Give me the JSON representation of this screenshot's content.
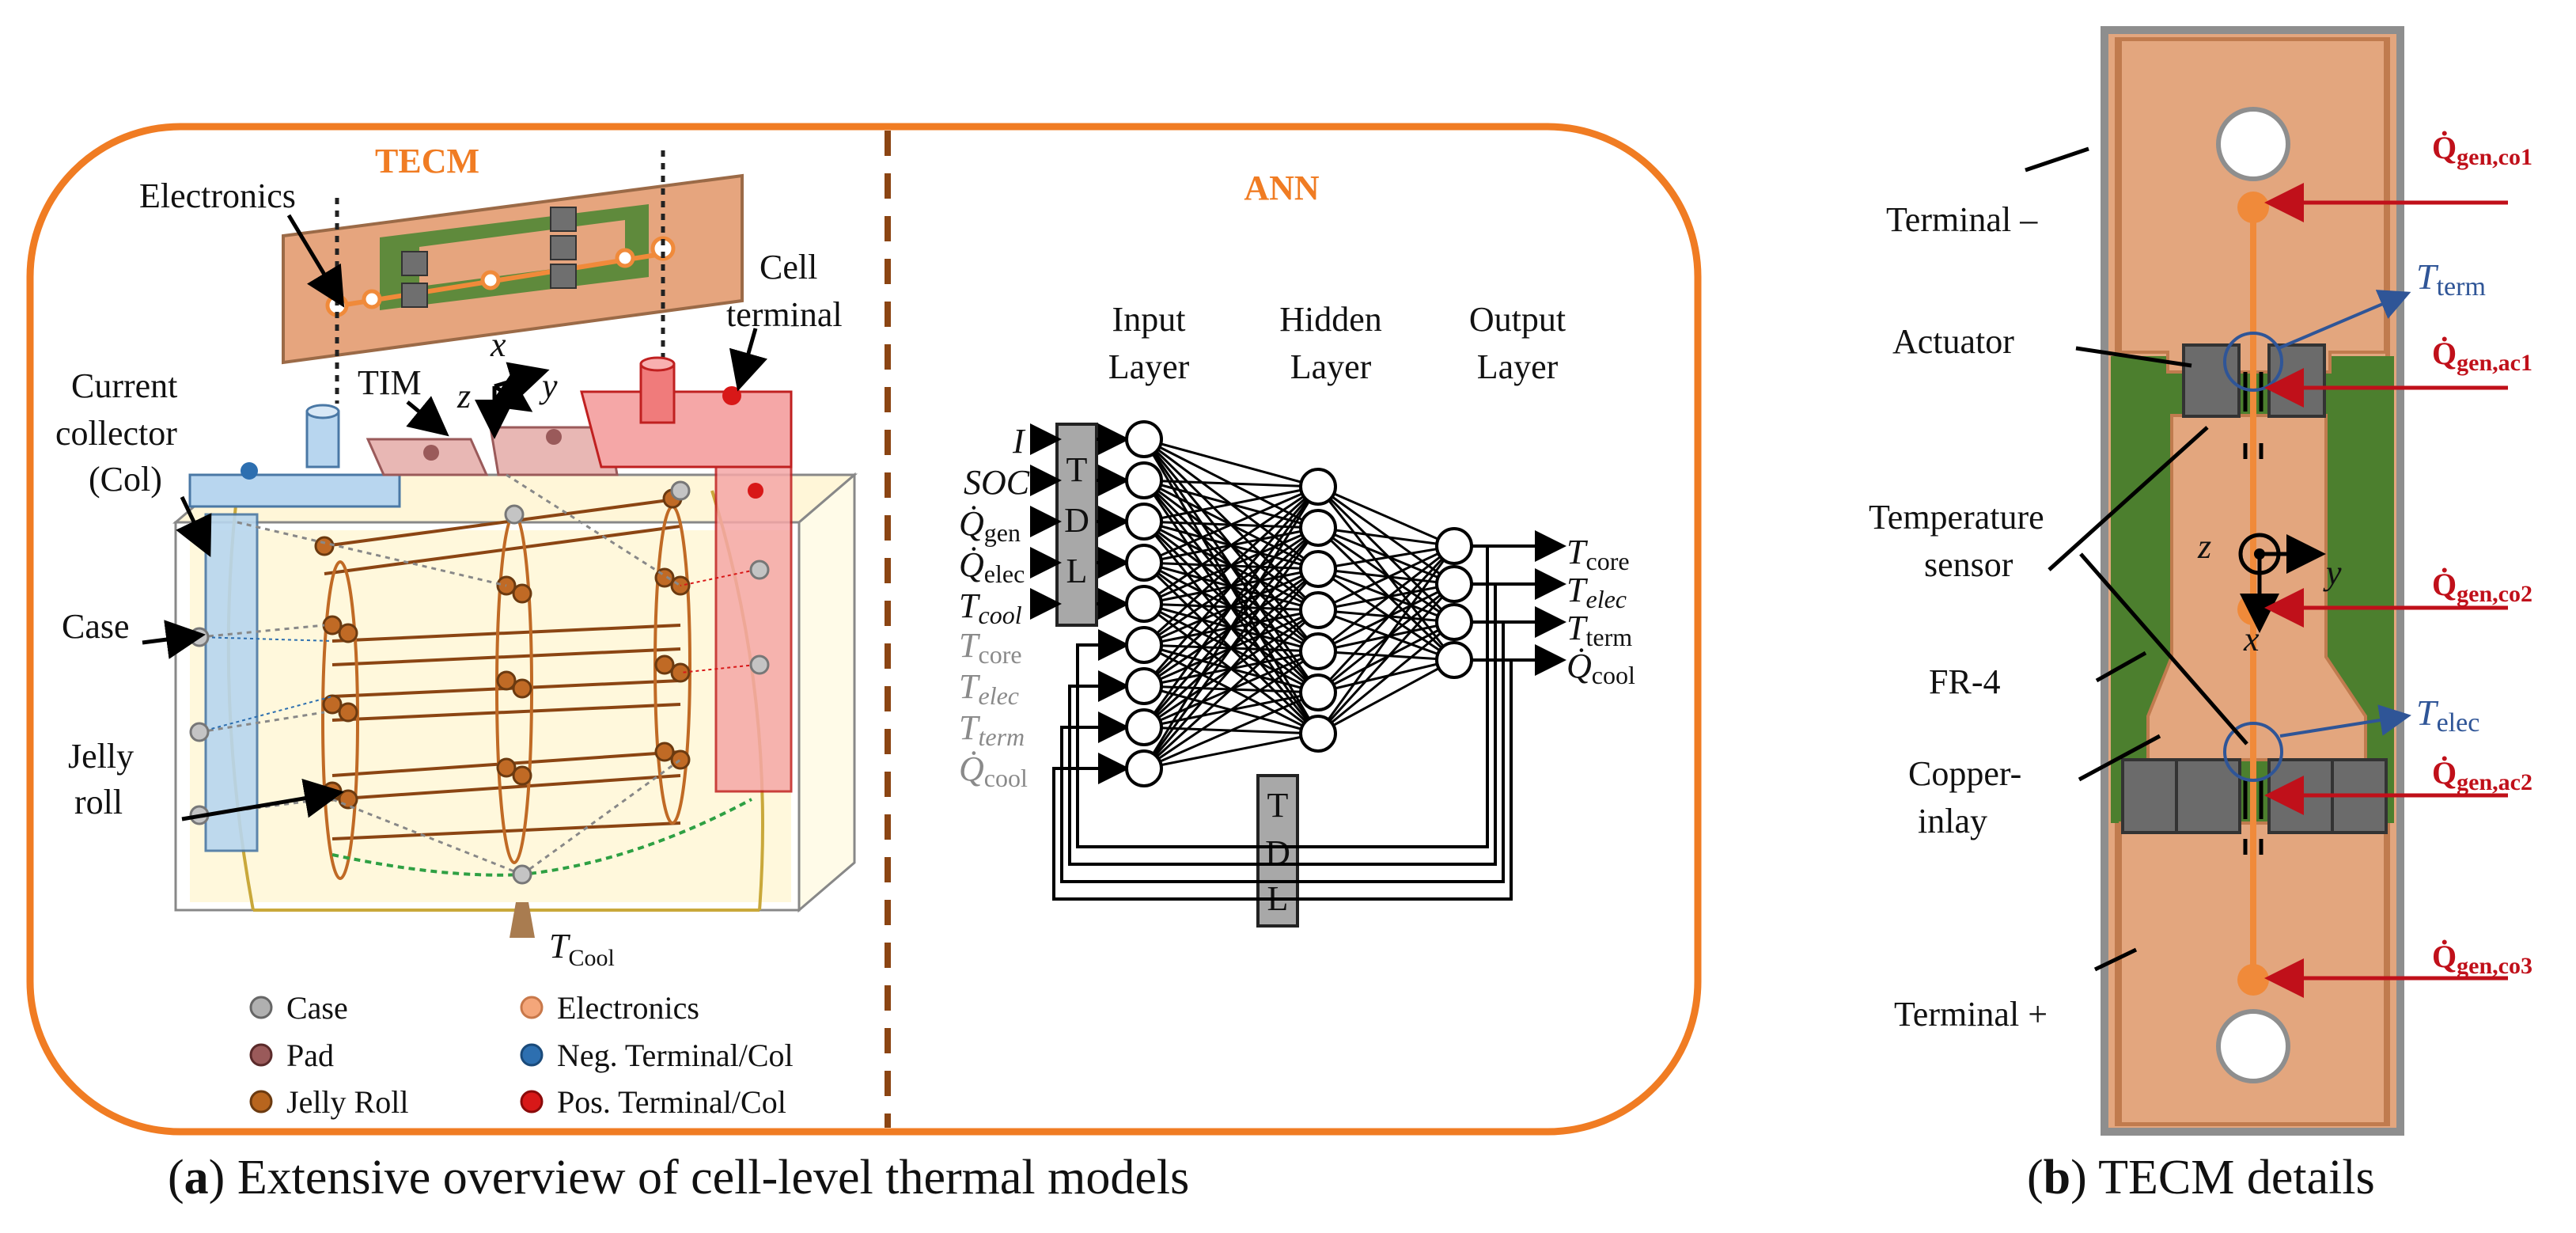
{
  "panel_a": {
    "tecm_title": "TECM",
    "ann_title": "ANN",
    "caption_bold": "a",
    "caption_text": " Extensive overview of cell-level thermal models",
    "labels": {
      "electronics": "Electronics",
      "cell_terminal_1": "Cell",
      "cell_terminal_2": "terminal",
      "current_collector_1": "Current",
      "current_collector_2": "collector",
      "current_collector_3": "(Col)",
      "tim": "TIM",
      "case": "Case",
      "jelly_roll_1": "Jelly",
      "jelly_roll_2": "roll",
      "t_cool": "T",
      "t_cool_sub": "Cool",
      "axis_x": "x",
      "axis_y": "y",
      "axis_z": "z"
    },
    "legend": [
      {
        "label": "Case",
        "color": "#b0b0b0"
      },
      {
        "label": "Pad",
        "color": "#9a5a5a"
      },
      {
        "label": "Jelly Roll",
        "color": "#b8651e"
      },
      {
        "label": "Electronics",
        "color": "#f4a67a"
      },
      {
        "label": "Neg. Terminal/Col",
        "color": "#2d6fb0"
      },
      {
        "label": "Pos. Terminal/Col",
        "color": "#d81818"
      }
    ],
    "ann": {
      "input_layer_1": "Input",
      "input_layer_2": "Layer",
      "hidden_layer_1": "Hidden",
      "hidden_layer_2": "Layer",
      "output_layer_1": "Output",
      "output_layer_2": "Layer",
      "tdl_letters": [
        "T",
        "D",
        "L"
      ],
      "inputs_black": [
        "I",
        "SOC",
        "Q̇gen",
        "Q̇elec",
        "Tcool"
      ],
      "inputs_black_main": [
        "I",
        "SOC",
        "Q̇",
        "Q̇",
        "T"
      ],
      "inputs_black_sub": [
        "",
        "",
        "gen",
        "elec",
        "cool"
      ],
      "inputs_grey_main": [
        "T",
        "T",
        "T",
        "Q̇"
      ],
      "inputs_grey_sub": [
        "core",
        "elec",
        "term",
        "cool"
      ],
      "outputs_main": [
        "T",
        "T",
        "T",
        "Q̇"
      ],
      "outputs_sub": [
        "core",
        "elec",
        "term",
        "cool"
      ]
    }
  },
  "panel_b": {
    "caption_bold": "b",
    "caption_text": " TECM details",
    "labels": {
      "terminal_minus": "Terminal –",
      "actuator": "Actuator",
      "temp_sensor_1": "Temperature",
      "temp_sensor_2": "sensor",
      "fr4": "FR-4",
      "copper_1": "Copper-",
      "copper_2": "inlay",
      "terminal_plus": "Terminal +",
      "axis_z": "z",
      "axis_y": "y",
      "axis_x": "x"
    },
    "heat_labels": [
      {
        "main": "Q̇",
        "sub": "gen,co1"
      },
      {
        "main": "Q̇",
        "sub": "gen,ac1"
      },
      {
        "main": "Q̇",
        "sub": "gen,co2"
      },
      {
        "main": "Q̇",
        "sub": "gen,ac2"
      },
      {
        "main": "Q̇",
        "sub": "gen,co3"
      }
    ],
    "temp_labels": [
      {
        "main": "T",
        "sub": "term"
      },
      {
        "main": "T",
        "sub": "elec"
      }
    ]
  },
  "colors": {
    "orange": "#f07c23",
    "brown_divider": "#8b4513",
    "copper": "#e6a57e",
    "fr4_green": "#4c7f2e",
    "red": "#c0101a",
    "blue": "#2f5597",
    "grey_box": "#8c8c8c"
  }
}
